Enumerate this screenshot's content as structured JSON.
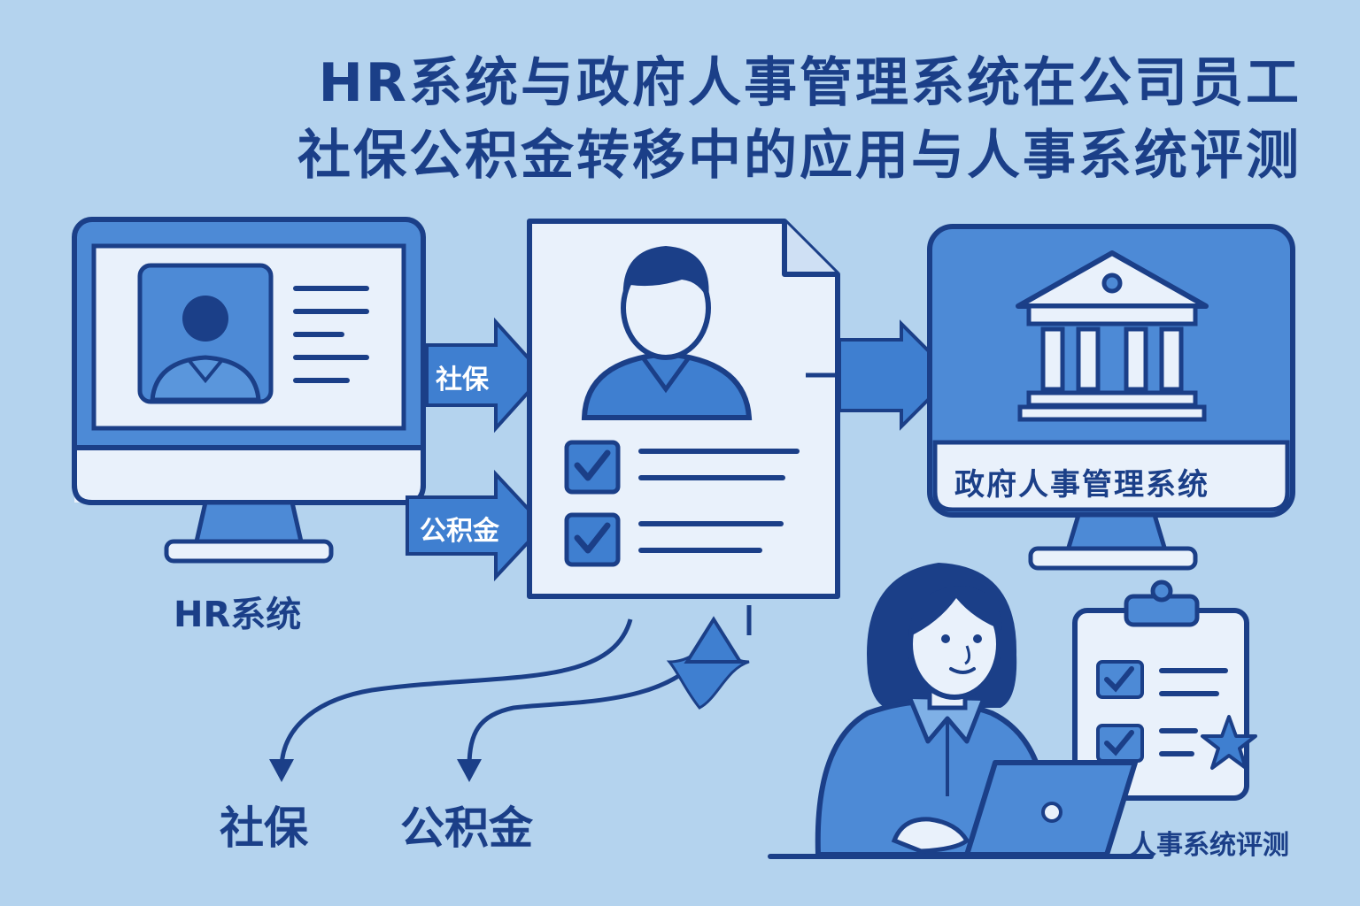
{
  "title": {
    "line1": "HR系统与政府人事管理系统在公司员工",
    "line2": "社保公积金转移中的应用与人事系统评测"
  },
  "hr_system": {
    "label": "HR系统",
    "icon": "computer-monitor-icon"
  },
  "transfer_arrows": {
    "social_security": "社保",
    "housing_fund": "公积金"
  },
  "employee_document": {
    "icon": "employee-document-icon"
  },
  "gov_system": {
    "label": "政府人事管理系统",
    "icon": "government-building-icon"
  },
  "curved_outputs": {
    "social_security": "社保",
    "housing_fund": "公积金"
  },
  "evaluation": {
    "label": "人事系统评测",
    "icon": "clipboard-checklist-star-icon"
  },
  "colors": {
    "background": "#b4d3ee",
    "navy": "#1b3f88",
    "accent_blue": "#3f7fd0",
    "panel_blue": "#4d8ad6",
    "light_panel": "#e9f1fb"
  }
}
